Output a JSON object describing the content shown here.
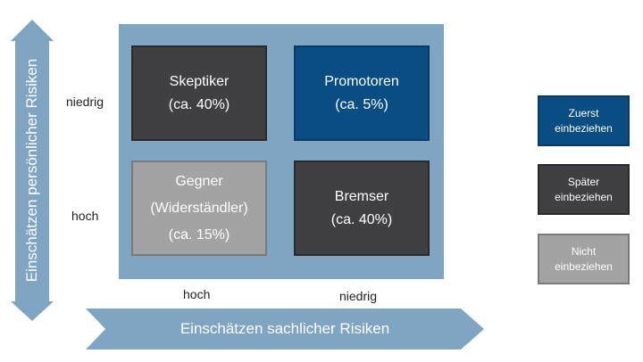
{
  "y_axis": {
    "title": "Einschätzen persönlicher Risiken",
    "tick_top": "niedrig",
    "tick_bottom": "hoch"
  },
  "x_axis": {
    "title": "Einschätzen sachlicher Risiken",
    "tick_left": "hoch",
    "tick_right": "niedrig"
  },
  "quadrants": {
    "top_left": {
      "name": "Skeptiker",
      "share": "(ca. 40%)"
    },
    "top_right": {
      "name": "Promotoren",
      "share": "(ca. 5%)"
    },
    "bottom_left": {
      "name": "Gegner",
      "subtitle": "(Widerständler)",
      "share": "(ca. 15%)"
    },
    "bottom_right": {
      "name": "Bremser",
      "share": "(ca. 40%)"
    }
  },
  "legend": [
    {
      "line1": "Zuerst",
      "line2": "einbeziehen",
      "color": "#0a4d82"
    },
    {
      "line1": "Später",
      "line2": "einbeziehen",
      "color": "#404042"
    },
    {
      "line1": "Nicht",
      "line2": "einbeziehen",
      "color": "#a3a3a3"
    }
  ],
  "colors": {
    "matrix_background": "#7fa5c2",
    "arrow": "#7fa5c2"
  }
}
